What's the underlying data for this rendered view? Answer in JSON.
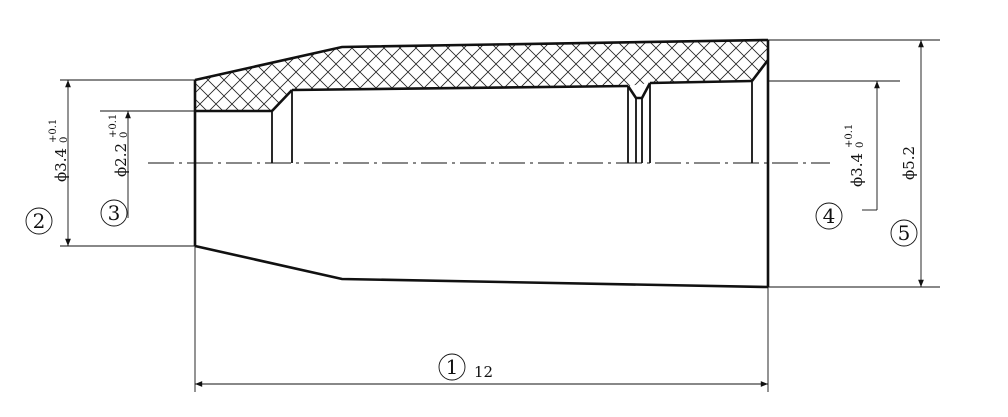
{
  "dimensions": {
    "length": {
      "callout": "1",
      "value": "12"
    },
    "outer_left_diameter": {
      "callout": "2",
      "symbol": "ϕ",
      "value": "3.4",
      "tol_upper": "+0.1",
      "tol_lower": "0"
    },
    "bore_left_diameter": {
      "callout": "3",
      "symbol": "ϕ",
      "value": "2.2",
      "tol_upper": "+0.1",
      "tol_lower": "0"
    },
    "bore_right_diameter": {
      "callout": "4",
      "symbol": "ϕ",
      "value": "3.4",
      "tol_upper": "+0.1",
      "tol_lower": "0"
    },
    "outer_right_diameter": {
      "callout": "5",
      "symbol": "ϕ",
      "value": "5.2"
    }
  },
  "colors": {
    "line": "#111111",
    "background": "#ffffff",
    "hatch": "#222222"
  }
}
